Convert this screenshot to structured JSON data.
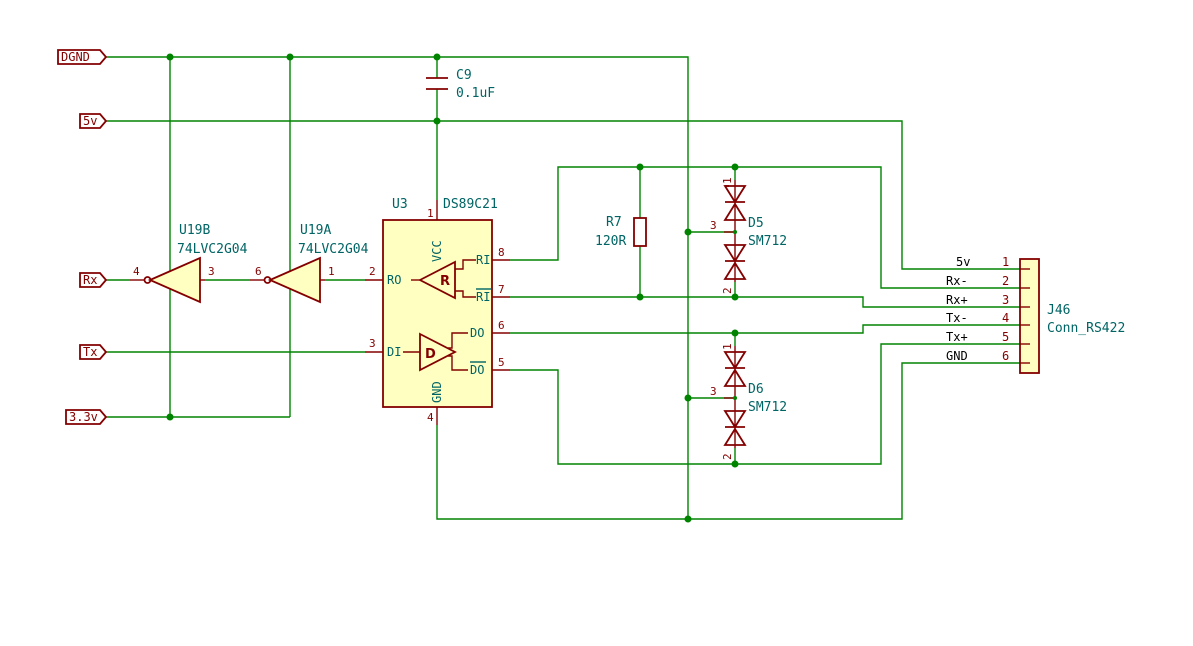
{
  "net_labels": {
    "dgnd": "DGND",
    "v5": "5v",
    "rx": "Rx",
    "tx": "Tx",
    "v33": "3.3v"
  },
  "capacitor": {
    "ref": "C9",
    "value": "0.1uF"
  },
  "inverter_b": {
    "ref": "U19B",
    "value": "74LVC2G04",
    "pin_in": "4",
    "pin_out": "3"
  },
  "inverter_a": {
    "ref": "U19A",
    "value": "74LVC2G04",
    "pin_in": "1",
    "pin_out": "6"
  },
  "transceiver": {
    "ref": "U3",
    "value": "DS89C21",
    "vcc_label": "VCC",
    "gnd_label": "GND",
    "pin_vcc": "1",
    "pin_gnd": "4",
    "ro": {
      "name": "RO",
      "num": "2"
    },
    "di": {
      "name": "DI",
      "num": "3"
    },
    "ri": {
      "name": "RI",
      "num": "8"
    },
    "ri_n": {
      "name": "RI",
      "num": "7"
    },
    "do": {
      "name": "DO",
      "num": "6"
    },
    "do_n": {
      "name": "DO",
      "num": "5"
    },
    "receiver_letter": "R",
    "driver_letter": "D"
  },
  "resistor": {
    "ref": "R7",
    "value": "120R"
  },
  "tvs_top": {
    "ref": "D5",
    "value": "SM712",
    "pin1": "1",
    "pin2": "2",
    "pin3": "3"
  },
  "tvs_bottom": {
    "ref": "D6",
    "value": "SM712",
    "pin1": "1",
    "pin2": "2",
    "pin3": "3"
  },
  "connector": {
    "ref": "J46",
    "value": "Conn_RS422",
    "pins": [
      {
        "num": "1",
        "name": "5v"
      },
      {
        "num": "2",
        "name": "Rx-"
      },
      {
        "num": "3",
        "name": "Rx+"
      },
      {
        "num": "4",
        "name": "Tx-"
      },
      {
        "num": "5",
        "name": "Tx+"
      },
      {
        "num": "6",
        "name": "GND"
      }
    ]
  },
  "colors": {
    "wire": "#008400",
    "symbol": "#840000",
    "symbol_fill": "#ffffc2",
    "reference_text": "#006464",
    "background": "#ffffff"
  }
}
